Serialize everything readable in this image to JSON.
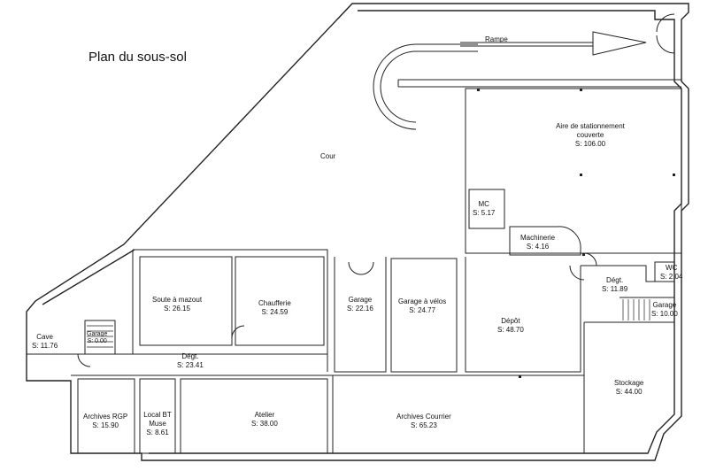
{
  "title": "Plan du sous-sol",
  "ramp_label": "Rampe",
  "rooms": [
    {
      "id": "cour",
      "name": "Cour",
      "area": ""
    },
    {
      "id": "aire",
      "name": "Aire de stationnement couverte",
      "area": "S:  106.00"
    },
    {
      "id": "mc",
      "name": "MC",
      "area": "S:  5.17"
    },
    {
      "id": "machinerie",
      "name": "Machinerie",
      "area": "S:  4.16"
    },
    {
      "id": "degt-right",
      "name": "Dégt.",
      "area": "S:  11.89"
    },
    {
      "id": "wc",
      "name": "WC",
      "area": "S:  2.04"
    },
    {
      "id": "garage-right",
      "name": "Garage",
      "area": "S:  10.00"
    },
    {
      "id": "soute",
      "name": "Soute à mazout",
      "area": "S:  26.15"
    },
    {
      "id": "chaufferie",
      "name": "Chaufferie",
      "area": "S:  24.59"
    },
    {
      "id": "garage-mid",
      "name": "Garage",
      "area": "S:  22.16"
    },
    {
      "id": "garage-velos",
      "name": "Garage à vélos",
      "area": "S:  24.77"
    },
    {
      "id": "depot",
      "name": "Dépôt",
      "area": "S:  48.70"
    },
    {
      "id": "cave",
      "name": "Cave",
      "area": "S:  11.76"
    },
    {
      "id": "garage-small",
      "name": "Garage",
      "area": "S:  0.00"
    },
    {
      "id": "degt-left",
      "name": "Dégt.",
      "area": "S:  23.41"
    },
    {
      "id": "stockage",
      "name": "Stockage",
      "area": "S:  44.00"
    },
    {
      "id": "archives-rgp",
      "name": "Archives RGP",
      "area": "S:  15.90"
    },
    {
      "id": "local-bt",
      "name": "Local BT Muse",
      "area": "S:  8.61"
    },
    {
      "id": "atelier",
      "name": "Atelier",
      "area": "S:  38.00"
    },
    {
      "id": "archives-courrier",
      "name": "Archives Courrier",
      "area": "S:  65.23"
    }
  ],
  "colors": {
    "walls": "#222222",
    "background": "#ffffff"
  }
}
